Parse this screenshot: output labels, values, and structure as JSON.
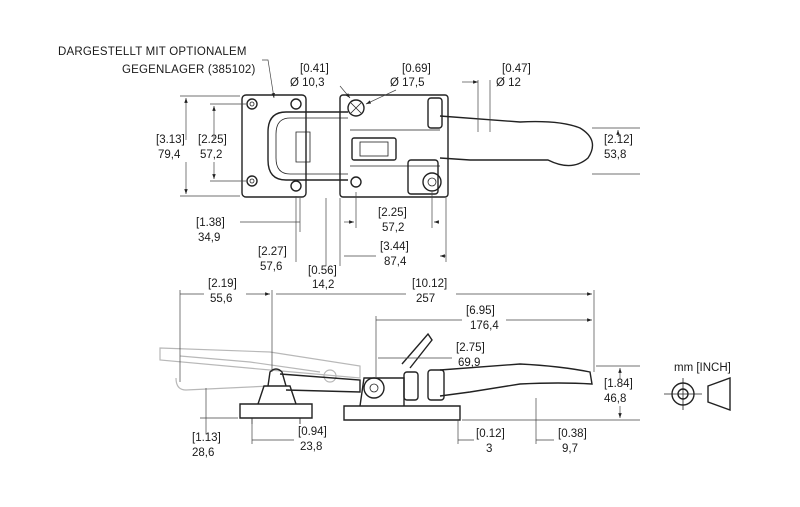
{
  "note": {
    "line1": "DARGESTELLT MIT OPTIONALEM",
    "line2": "GEGENLAGER (385102)"
  },
  "top_view": {
    "hole_small": {
      "inch": "[0.41]",
      "mm": "Ø 10,3"
    },
    "hole_large": {
      "inch": "[0.69]",
      "mm": "Ø 17,5"
    },
    "handle_dia": {
      "inch": "[0.47]",
      "mm": "Ø 12"
    },
    "overall_width": {
      "inch": "[3.13]",
      "mm": "79,4"
    },
    "hole_spacing_v": {
      "inch": "[2.25]",
      "mm": "57,2"
    },
    "handle_height": {
      "inch": "[2.12]",
      "mm": "53,8"
    },
    "base_offset": {
      "inch": "[1.38]",
      "mm": "34,9"
    },
    "hole_spacing_h": {
      "inch": "[2.25]",
      "mm": "57,2"
    },
    "latch_reach": {
      "inch": "[2.27]",
      "mm": "57,6"
    },
    "gap": {
      "inch": "[0.56]",
      "mm": "14,2"
    },
    "base_length": {
      "inch": "[3.44]",
      "mm": "87,4"
    }
  },
  "side_view": {
    "open_travel": {
      "inch": "[2.19]",
      "mm": "55,6"
    },
    "overall_length": {
      "inch": "[10.12]",
      "mm": "257"
    },
    "handle_length": {
      "inch": "[6.95]",
      "mm": "176,4"
    },
    "pivot_offset": {
      "inch": "[2.75]",
      "mm": "69,9"
    },
    "height": {
      "inch": "[1.84]",
      "mm": "46,8"
    },
    "keeper_height": {
      "inch": "[1.13]",
      "mm": "28,6"
    },
    "keeper_offset": {
      "inch": "[0.94]",
      "mm": "23,8"
    },
    "base_thickness": {
      "inch": "[0.12]",
      "mm": "3"
    },
    "end_offset": {
      "inch": "[0.38]",
      "mm": "9,7"
    }
  },
  "legend": {
    "label": "mm [INCH]"
  }
}
